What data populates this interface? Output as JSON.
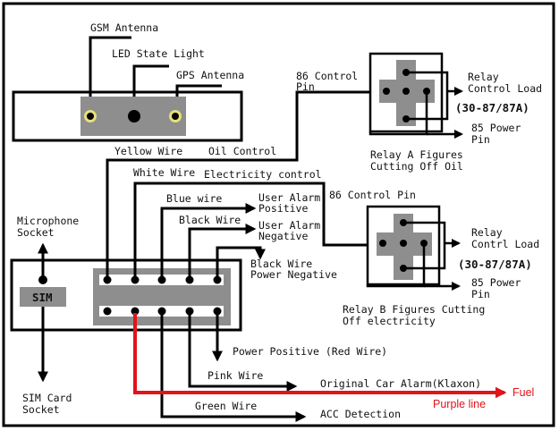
{
  "diagram": {
    "top_unit": {
      "gsm_antenna": "GSM Antenna",
      "led_state_light": "LED State Light",
      "gps_antenna": "GPS Antenna"
    },
    "wires": {
      "yellow": "Yellow Wire",
      "oil_control": "Oil Control",
      "white": "White Wire",
      "electricity_control": "Electricity control",
      "blue": "Blue wire",
      "user_alarm_positive_1": "User Alarm",
      "user_alarm_positive_2": "Positive",
      "black": "Black Wire",
      "user_alarm_negative_1": "User Alarm",
      "user_alarm_negative_2": "Negative",
      "black_power_negative_1": "Black Wire",
      "black_power_negative_2": "Power Negative",
      "power_positive": "Power Positive (Red Wire)",
      "pink": "Pink Wire",
      "original_car_alarm": "Original Car Alarm(Klaxon)",
      "green": "Green Wire",
      "acc_detection": "ACC Detection",
      "fuel": "Fuel",
      "purple_line": "Purple line"
    },
    "main_unit": {
      "microphone_socket_1": "Microphone",
      "microphone_socket_2": "Socket",
      "sim_label": "SIM",
      "sim_card_socket_1": "SIM Card",
      "sim_card_socket_2": "Socket"
    },
    "relay_a": {
      "control_pin_1": "86 Control",
      "control_pin_2": "Pin",
      "load_1": "Relay",
      "load_2": "Control Load",
      "pins": "(30-87/87A)",
      "power_pin_1": "85 Power",
      "power_pin_2": "Pin",
      "caption_1": "Relay A Figures",
      "caption_2": "Cutting Off Oil"
    },
    "relay_b": {
      "control_pin": "86 Control Pin",
      "load_1": "Relay",
      "load_2": "Contrl Load",
      "pins": "(30-87/87A)",
      "power_pin_1": "85 Power",
      "power_pin_2": "Pin",
      "caption_1": "Relay B Figures Cutting",
      "caption_2": "Off electricity"
    },
    "colors": {
      "wire": "#000000",
      "fuel_line": "#e0141a",
      "connector_gray": "#8e8e8e",
      "antenna_ring": "#e8e07a"
    }
  }
}
